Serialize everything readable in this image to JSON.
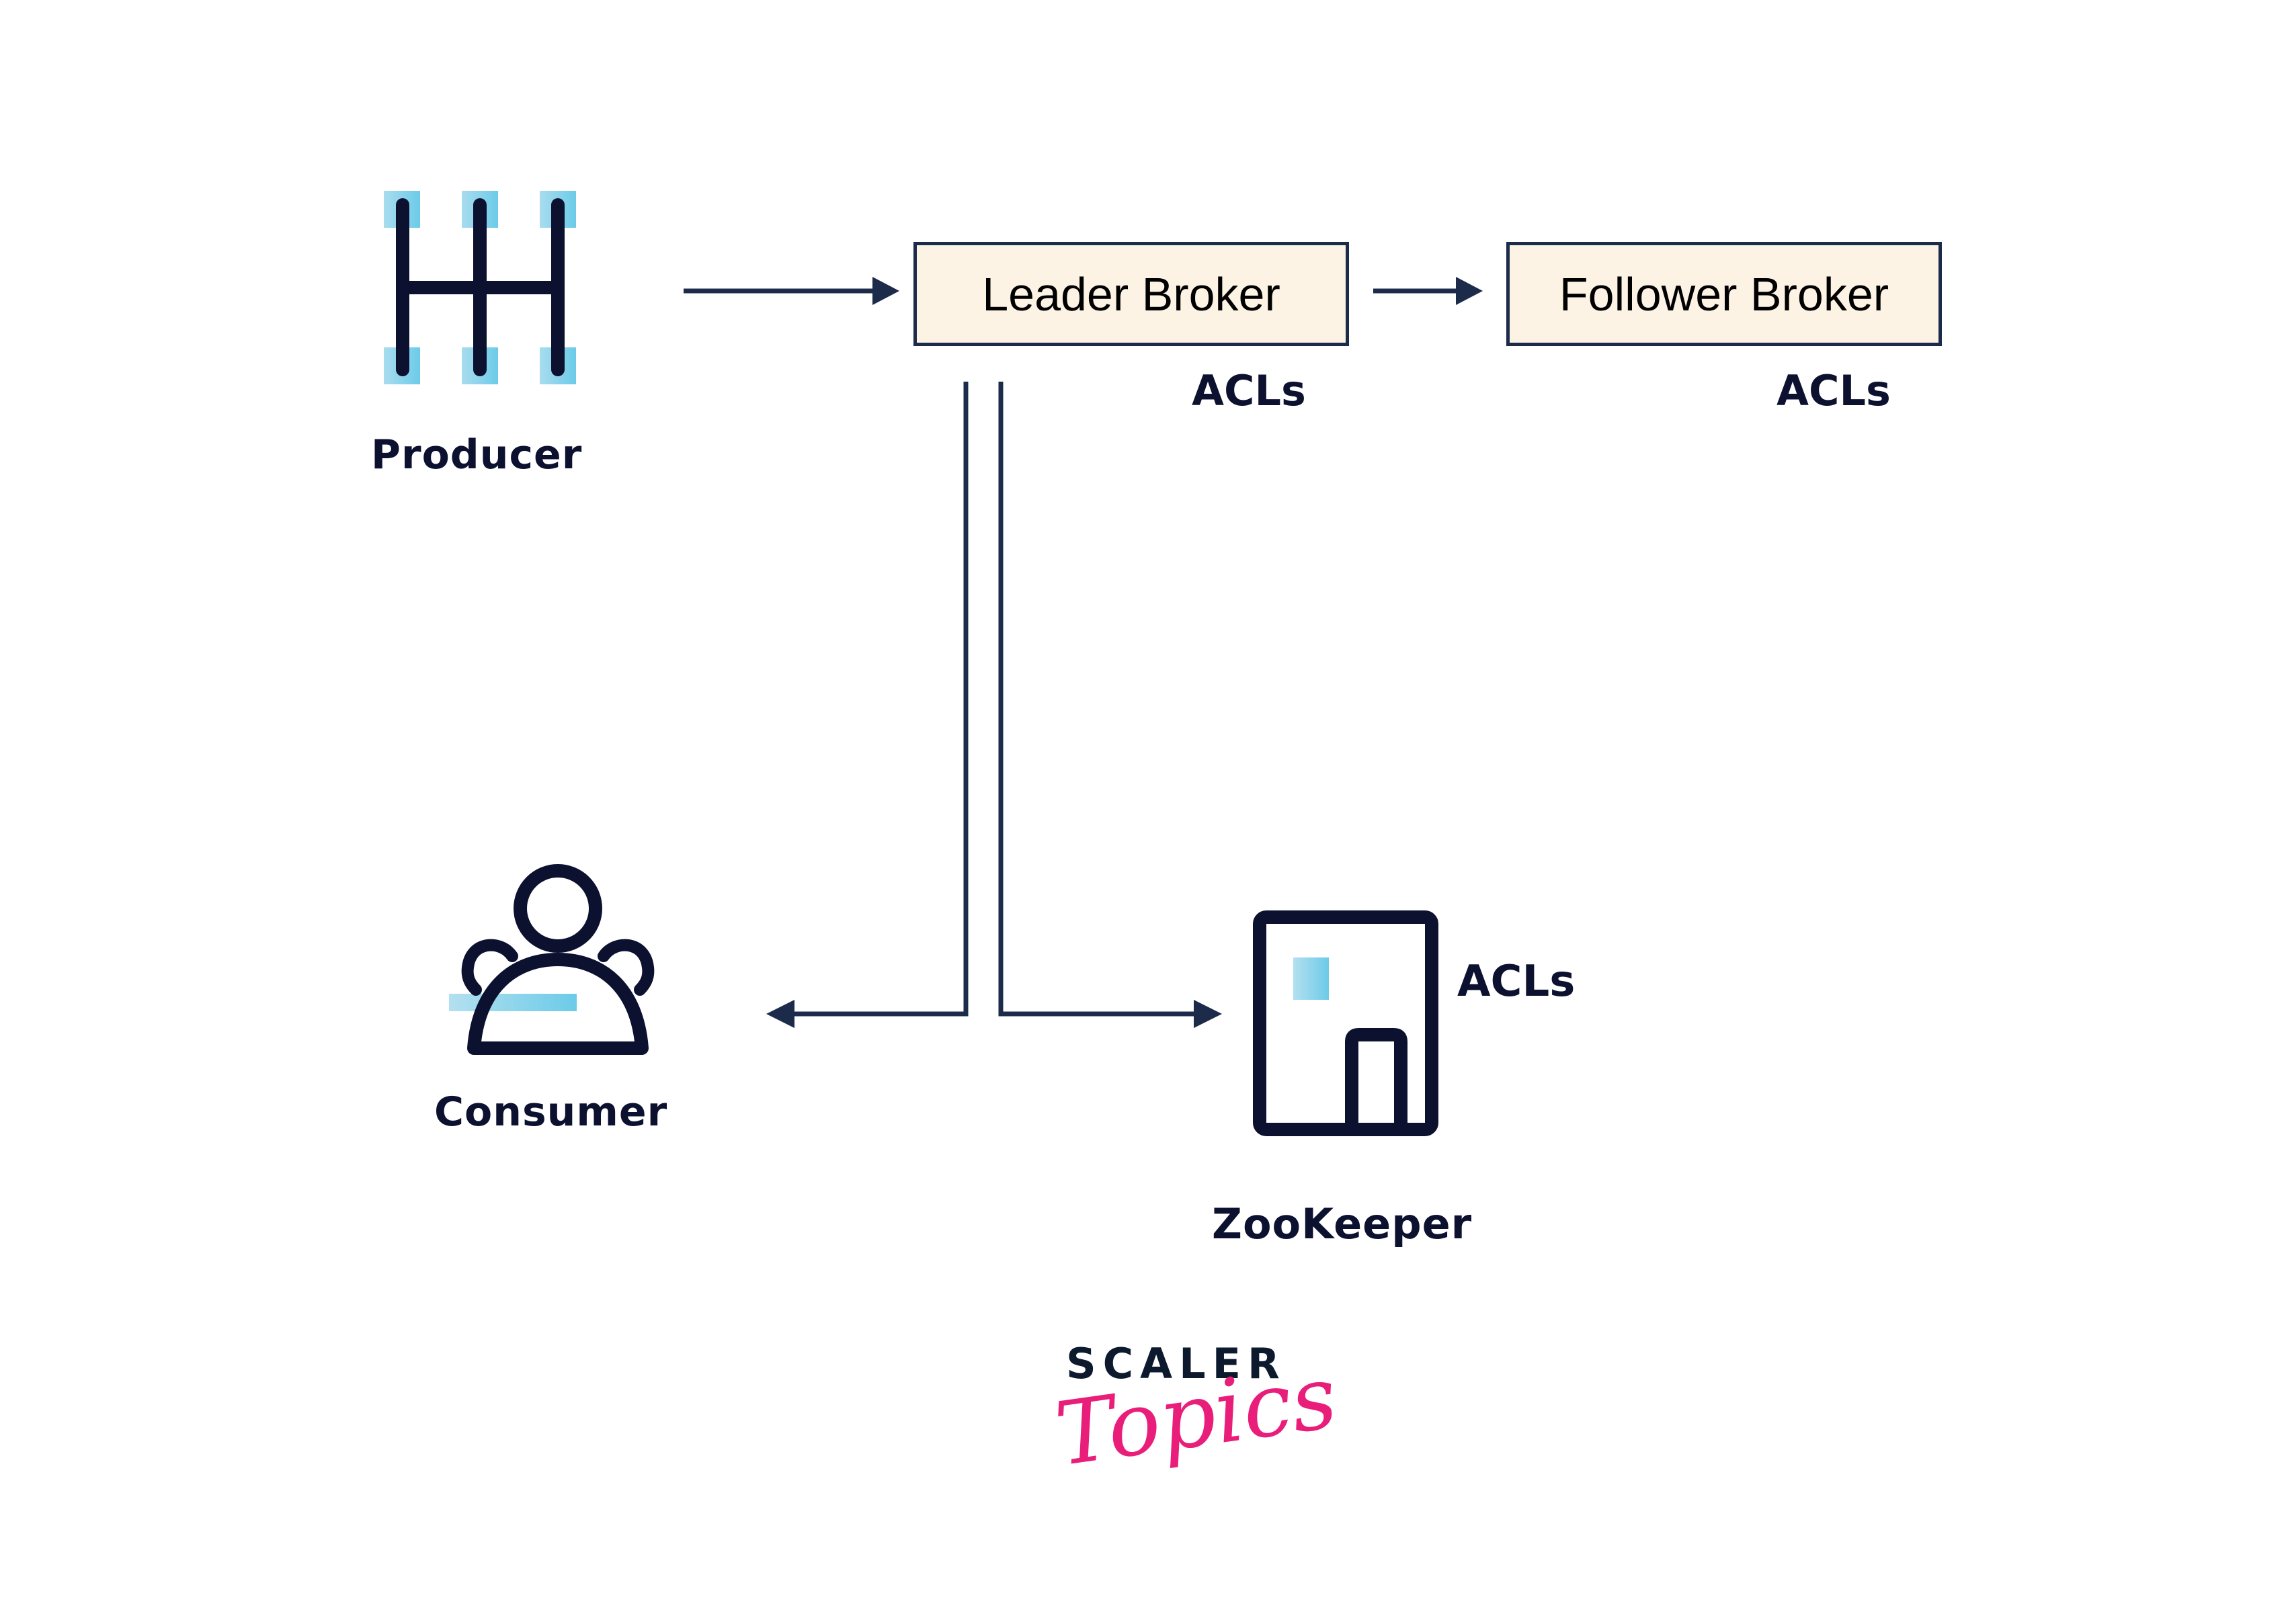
{
  "diagram": {
    "colors": {
      "background": "#ffffff",
      "ink": "#0d1130",
      "arrow": "#1c2b4a",
      "box_fill": "#fdf3e4",
      "accent_blue": "#6ccbe8",
      "brand_pink": "#e91e7a",
      "brand_dark": "#0d1a2e"
    },
    "nodes": {
      "producer": {
        "label": "Producer",
        "icon": "gear-shift-icon"
      },
      "leader_broker": {
        "label": "Leader Broker",
        "acl_label": "ACLs"
      },
      "follower_broker": {
        "label": "Follower Broker",
        "acl_label": "ACLs"
      },
      "consumer": {
        "label": "Consumer",
        "icon": "user-group-icon"
      },
      "zookeeper": {
        "label": "ZooKeeper",
        "acl_label": "ACLs",
        "icon": "building-icon"
      }
    },
    "edges": [
      {
        "from": "producer",
        "to": "leader_broker"
      },
      {
        "from": "leader_broker",
        "to": "follower_broker"
      },
      {
        "from": "leader_broker",
        "to": "consumer"
      },
      {
        "from": "leader_broker",
        "to": "zookeeper"
      }
    ]
  },
  "branding": {
    "line1": "SCALER",
    "line2": "Topics"
  }
}
